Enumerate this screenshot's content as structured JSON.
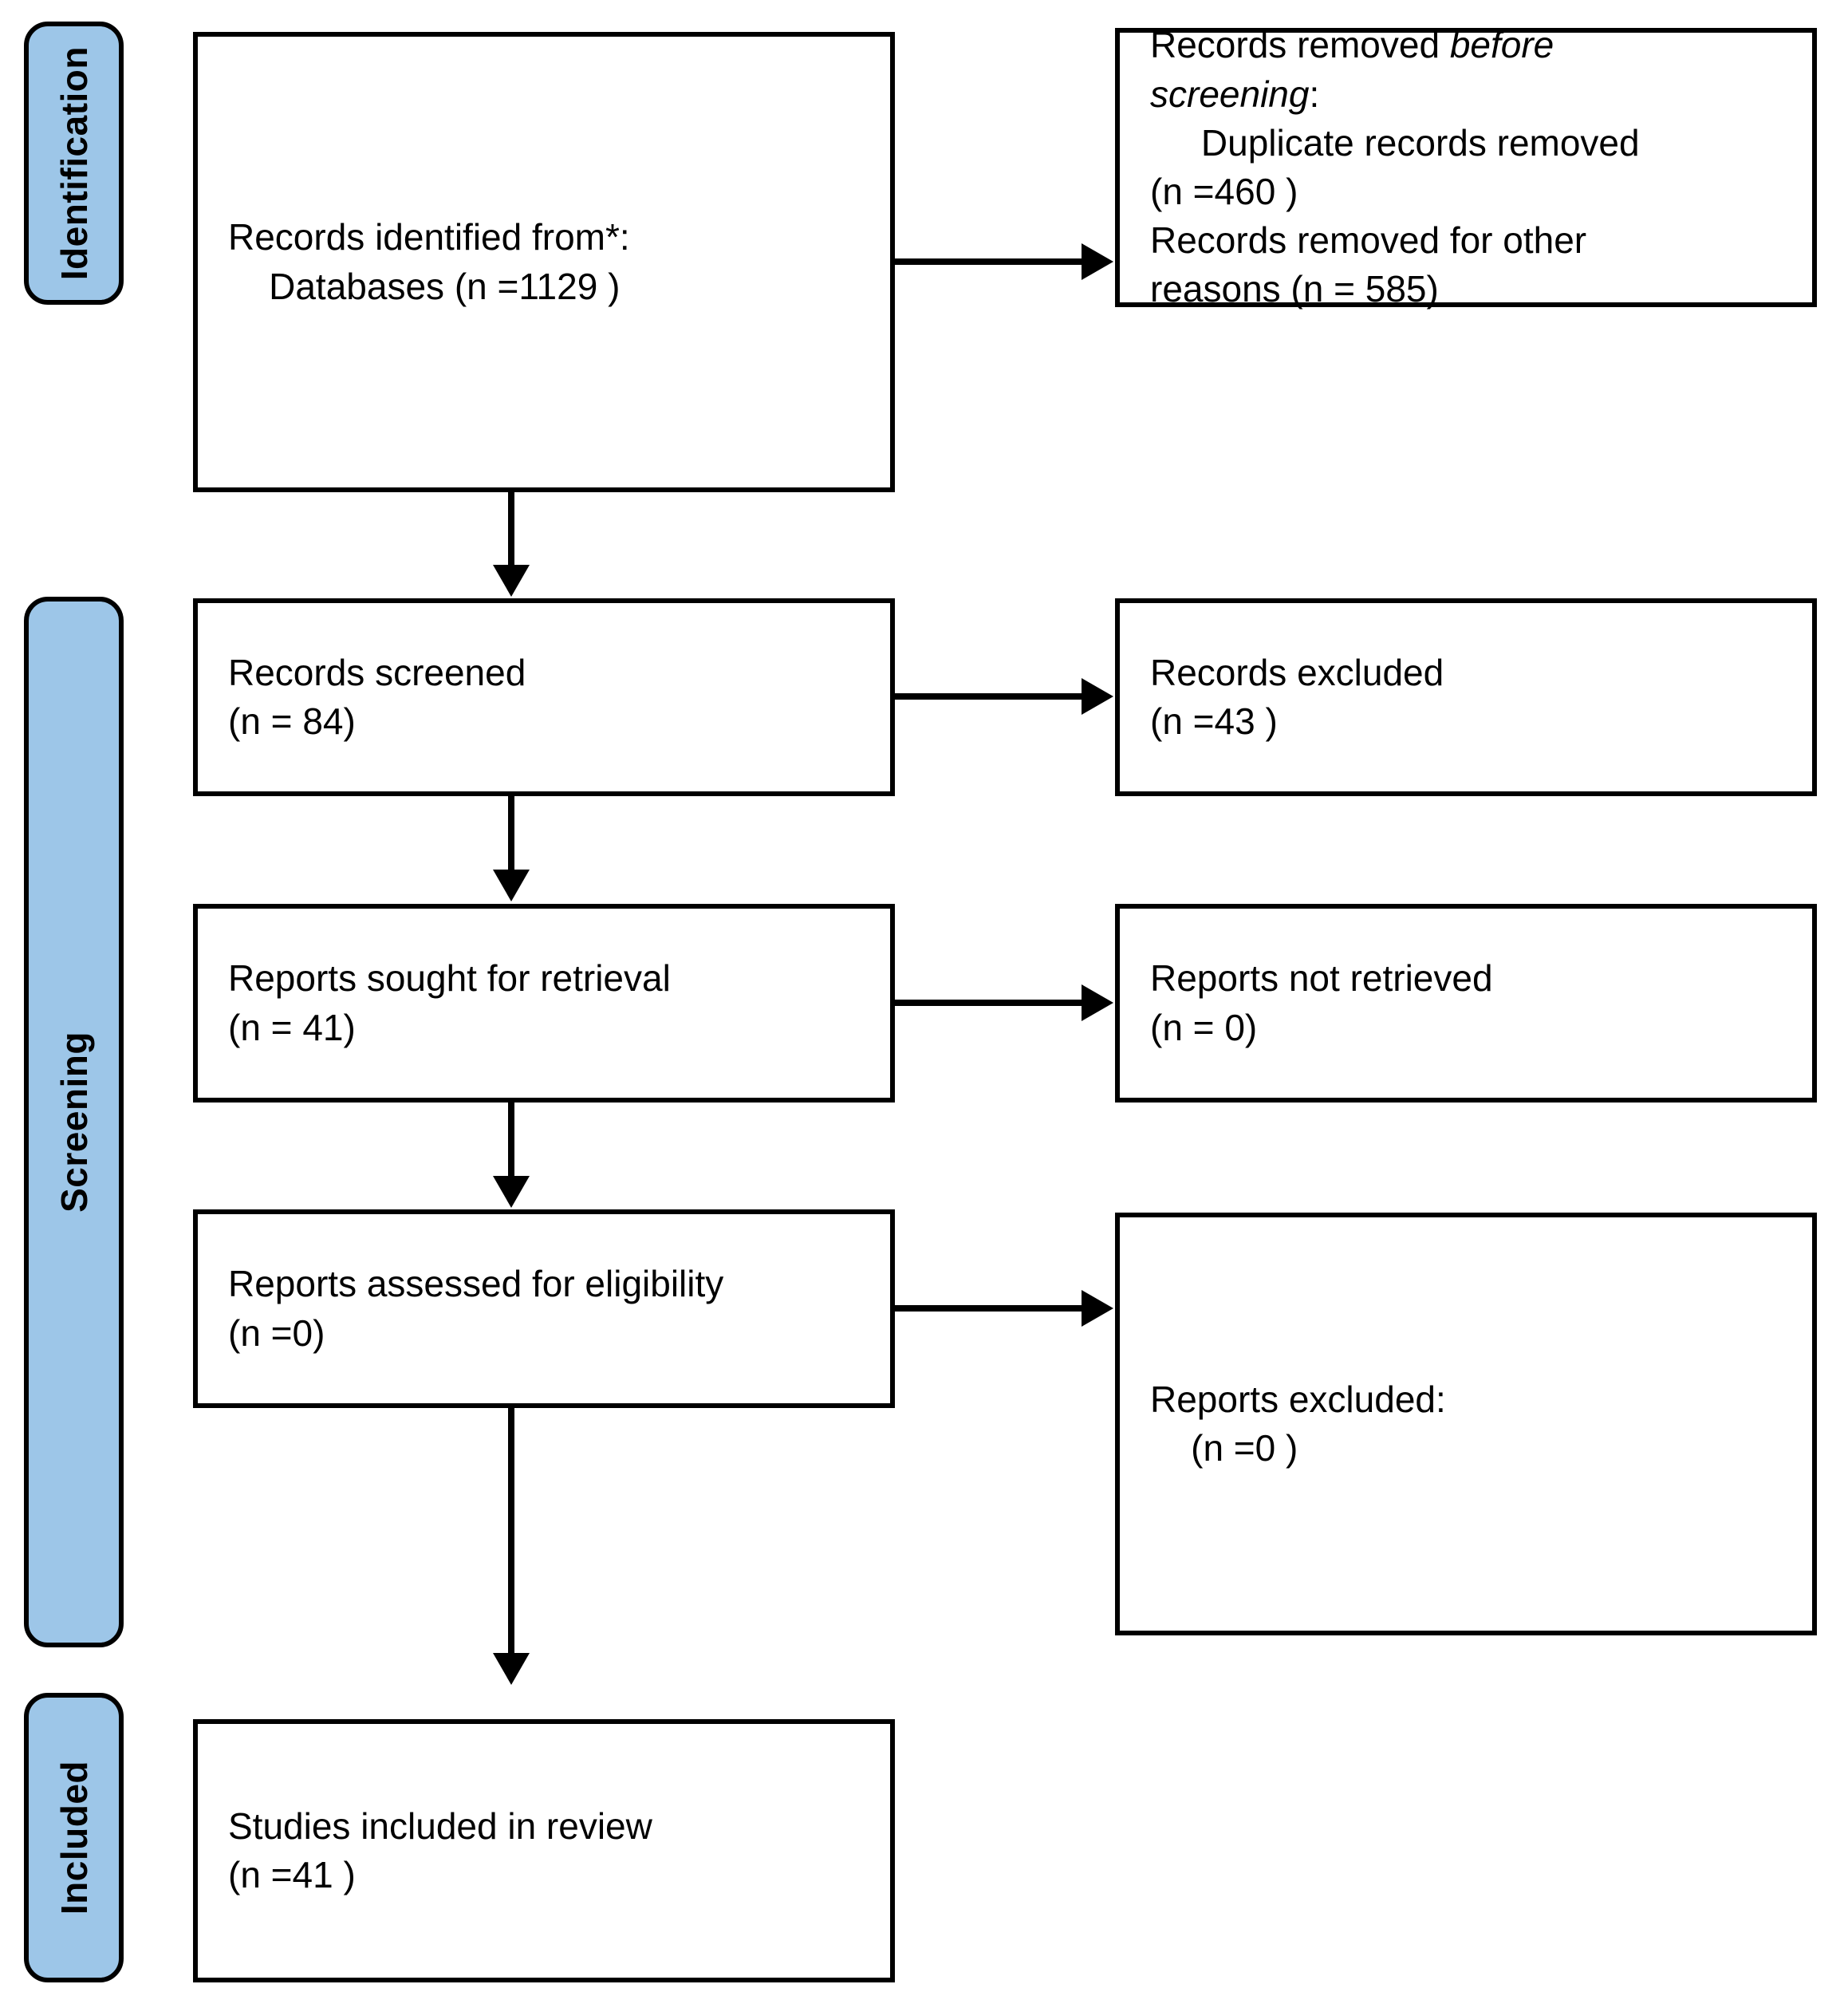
{
  "diagram": {
    "title": "PRISMA 2020 flow diagram",
    "accent_color": "#9DC6E8",
    "line_color": "#000000",
    "box_fill": "#ffffff"
  },
  "stages": [
    {
      "id": "identification",
      "label": "Identification"
    },
    {
      "id": "screening",
      "label": "Screening"
    },
    {
      "id": "included",
      "label": "Included"
    }
  ],
  "boxes": {
    "records_identified": {
      "line1": "Records identified from*:",
      "line2": "    Databases (n =1129 )"
    },
    "records_removed_before_screening": {
      "line1_plain": "Records removed ",
      "line1_italic": "before",
      "line2_italic": "screening",
      "line2_plain": ":",
      "line3": "     Duplicate records removed",
      "line4": "(n =460 )",
      "line5": "Records removed for other",
      "line6": "reasons (n = 585)"
    },
    "records_screened": {
      "line1": "Records screened",
      "line2": "(n = 84)"
    },
    "records_excluded": {
      "line1": "Records excluded",
      "line2": "(n =43 )"
    },
    "reports_sought": {
      "line1": "Reports sought for retrieval",
      "line2": "(n = 41)"
    },
    "reports_not_retrieved": {
      "line1": "Reports not retrieved",
      "line2": "(n = 0)"
    },
    "reports_assessed": {
      "line1": "Reports assessed for eligibility",
      "line2": "(n =0)"
    },
    "reports_excluded": {
      "line1": "Reports excluded:",
      "line2": "    (n =0 )"
    },
    "studies_included": {
      "line1": "Studies included in review",
      "line2": "(n =41 )"
    }
  },
  "chart_data": {
    "type": "diagram",
    "title": "PRISMA 2020 flow diagram",
    "nodes": [
      {
        "id": "records_identified",
        "stage": "Identification",
        "label": "Records identified from*: Databases",
        "n": 1129
      },
      {
        "id": "duplicate_records_removed",
        "stage": "Identification",
        "label": "Duplicate records removed",
        "n": 460
      },
      {
        "id": "records_removed_other",
        "stage": "Identification",
        "label": "Records removed for other reasons",
        "n": 585
      },
      {
        "id": "records_screened",
        "stage": "Screening",
        "label": "Records screened",
        "n": 84
      },
      {
        "id": "records_excluded",
        "stage": "Screening",
        "label": "Records excluded",
        "n": 43
      },
      {
        "id": "reports_sought",
        "stage": "Screening",
        "label": "Reports sought for retrieval",
        "n": 41
      },
      {
        "id": "reports_not_retrieved",
        "stage": "Screening",
        "label": "Reports not retrieved",
        "n": 0
      },
      {
        "id": "reports_assessed",
        "stage": "Screening",
        "label": "Reports assessed for eligibility",
        "n": 0
      },
      {
        "id": "reports_excluded",
        "stage": "Screening",
        "label": "Reports excluded",
        "n": 0
      },
      {
        "id": "studies_included",
        "stage": "Included",
        "label": "Studies included in review",
        "n": 41
      }
    ],
    "edges": [
      {
        "from": "records_identified",
        "to": "duplicate_records_removed",
        "direction": "right"
      },
      {
        "from": "records_identified",
        "to": "records_screened",
        "direction": "down"
      },
      {
        "from": "records_screened",
        "to": "records_excluded",
        "direction": "right"
      },
      {
        "from": "records_screened",
        "to": "reports_sought",
        "direction": "down"
      },
      {
        "from": "reports_sought",
        "to": "reports_not_retrieved",
        "direction": "right"
      },
      {
        "from": "reports_sought",
        "to": "reports_assessed",
        "direction": "down"
      },
      {
        "from": "reports_assessed",
        "to": "reports_excluded",
        "direction": "right"
      },
      {
        "from": "reports_assessed",
        "to": "studies_included",
        "direction": "down"
      }
    ]
  }
}
